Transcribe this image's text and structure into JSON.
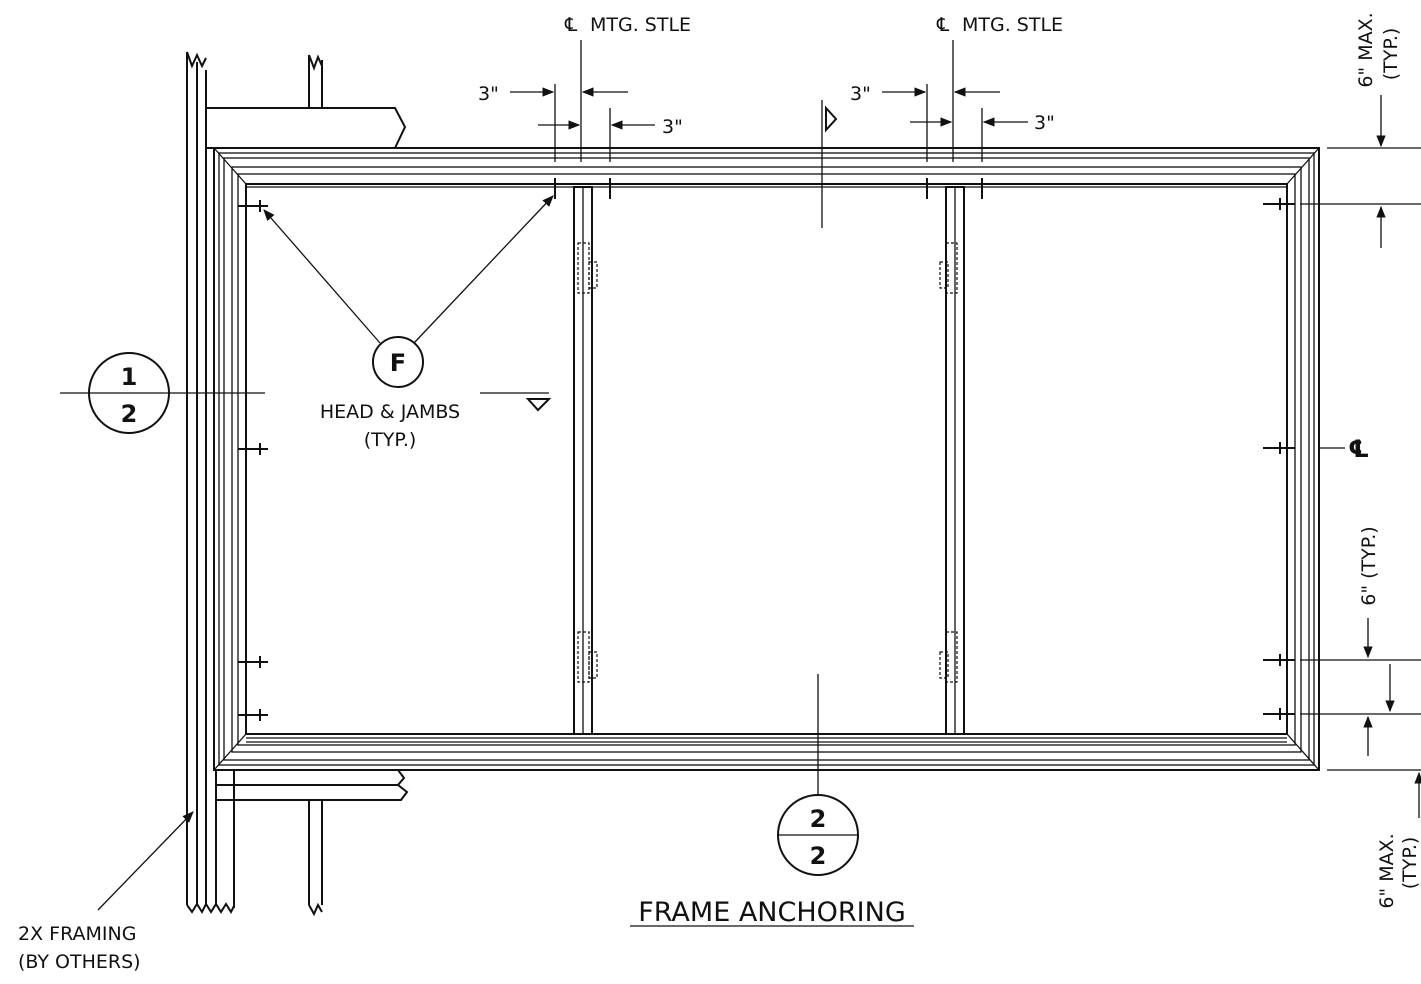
{
  "title": "FRAME ANCHORING",
  "annotations": {
    "meeting_stile_left": "MTG. STLE",
    "meeting_stile_right": "MTG. STLE",
    "centerline_symbol": "℄",
    "dim_3in": "3\"",
    "dim_6in_max_typ_top": "6\" MAX.",
    "typ_top": "(TYP.)",
    "dim_6in_typ": "6\" (TYP.)",
    "dim_6in_max_typ_bottom": "6\" MAX.",
    "typ_bottom": "(TYP.)",
    "head_jambs": "HEAD & JAMBS",
    "head_jambs_typ": "(TYP.)",
    "framing": "2X FRAMING",
    "framing_by": "(BY OTHERS)"
  },
  "callouts": {
    "fastener": {
      "letter": "F"
    },
    "section_left": {
      "top": "1",
      "bottom": "2"
    },
    "section_bottom": {
      "top": "2",
      "bottom": "2"
    }
  }
}
